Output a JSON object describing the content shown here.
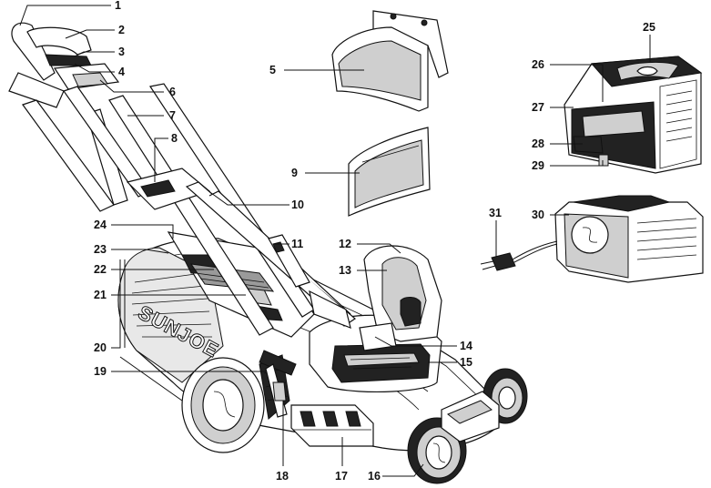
{
  "diagram": {
    "brand_text": "SUNJOE",
    "callouts": [
      {
        "id": "c1",
        "label": "1"
      },
      {
        "id": "c2",
        "label": "2"
      },
      {
        "id": "c3",
        "label": "3"
      },
      {
        "id": "c4",
        "label": "4"
      },
      {
        "id": "c5",
        "label": "5"
      },
      {
        "id": "c6",
        "label": "6"
      },
      {
        "id": "c7",
        "label": "7"
      },
      {
        "id": "c8",
        "label": "8"
      },
      {
        "id": "c9",
        "label": "9"
      },
      {
        "id": "c10",
        "label": "10"
      },
      {
        "id": "c11",
        "label": "11"
      },
      {
        "id": "c12",
        "label": "12"
      },
      {
        "id": "c13",
        "label": "13"
      },
      {
        "id": "c14",
        "label": "14"
      },
      {
        "id": "c15",
        "label": "15"
      },
      {
        "id": "c16",
        "label": "16"
      },
      {
        "id": "c17",
        "label": "17"
      },
      {
        "id": "c18",
        "label": "18"
      },
      {
        "id": "c19",
        "label": "19"
      },
      {
        "id": "c20",
        "label": "20"
      },
      {
        "id": "c21",
        "label": "21"
      },
      {
        "id": "c22",
        "label": "22"
      },
      {
        "id": "c23",
        "label": "23"
      },
      {
        "id": "c24",
        "label": "24"
      },
      {
        "id": "c25",
        "label": "25"
      },
      {
        "id": "c26",
        "label": "26"
      },
      {
        "id": "c27",
        "label": "27"
      },
      {
        "id": "c28",
        "label": "28"
      },
      {
        "id": "c29",
        "label": "29"
      },
      {
        "id": "c30",
        "label": "30"
      },
      {
        "id": "c31",
        "label": "31"
      }
    ]
  }
}
